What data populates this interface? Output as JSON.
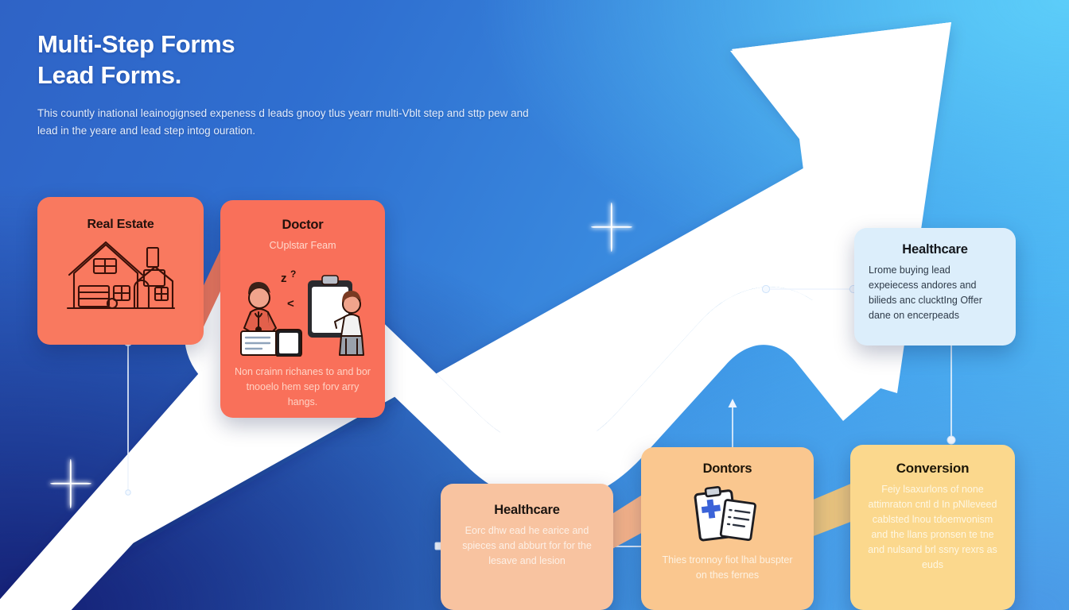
{
  "header": {
    "title_line1": "Multi-Step Forms",
    "title_line2": "Lead Forms.",
    "subtitle": "This countly inational leainogignsed expeness d leads gnooy tlus yearr multi-Vblt step and sttp pew and lead in the yeare and lead step intog ouration."
  },
  "cards": {
    "real_estate": {
      "title": "Real Estate",
      "icon": "house-icon",
      "color": "#f9795f"
    },
    "doctor": {
      "title": "Doctor",
      "subtitle": "CUplstar Feam",
      "body": "Non crainn richanes to and bor tnoоelo hem sep forv arry hangs.",
      "icon": "doctor-patient-illustration",
      "color": "#f9705a"
    },
    "healthcare_top": {
      "title": "Healthcare",
      "body": "Lrome buying lead expeiecess andores and bilieds anc clucktIng Offer dane on encerpeads",
      "color": "#dceefb"
    },
    "healthcare_bottom": {
      "title": "Healthcare",
      "body": "Eorc dhw ead he earice and spieces and abburt for for the lesave and lesion",
      "color": "#f8c3a0"
    },
    "doctors": {
      "title": "Dontors",
      "body": "Thies tronnoy fiot lhal buspter on thes fernes",
      "icon": "medical-clipboard-icon",
      "color": "#fac78f"
    },
    "conversion": {
      "title": "Conversion",
      "body": "Feiy lsaxurlons of none attimraton cntl d In pNlleveed cablsted lnou tdoemvonism and the llans pronsen te tne and nulsand brl ssny rexrs as euds",
      "color": "#fbd88d"
    }
  },
  "decor": {
    "arrow": "upward-growth-arrow",
    "arrow_color": "#ffffff",
    "sparkles": [
      "sparkle-center",
      "sparkle-left"
    ],
    "background_colors": {
      "top_left": "#2f63c6",
      "top_right": "#55c4f7",
      "bottom_left": "#141f74",
      "bottom_right": "#4a98e6"
    }
  }
}
